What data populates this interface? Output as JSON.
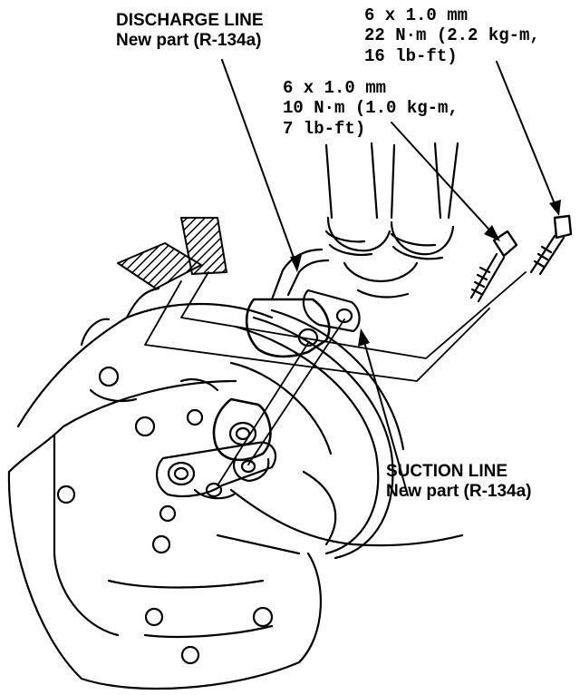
{
  "labels": {
    "discharge_line": {
      "name": "DISCHARGE LINE",
      "note": "New part (R-134a)"
    },
    "suction_line": {
      "name": "SUCTION LINE",
      "note": "New part (R-134a)"
    },
    "bolt_large": {
      "size": "6 x 1.0 mm",
      "torque": "22 N·m (2.2 kg-m,",
      "torque_imperial": "16 lb-ft)"
    },
    "bolt_small": {
      "size": "6 x 1.0 mm",
      "torque": "10 N·m (1.0 kg-m,",
      "torque_imperial": "7 lb-ft)"
    }
  },
  "colors": {
    "ink": "#000000",
    "paper": "#ffffff"
  }
}
